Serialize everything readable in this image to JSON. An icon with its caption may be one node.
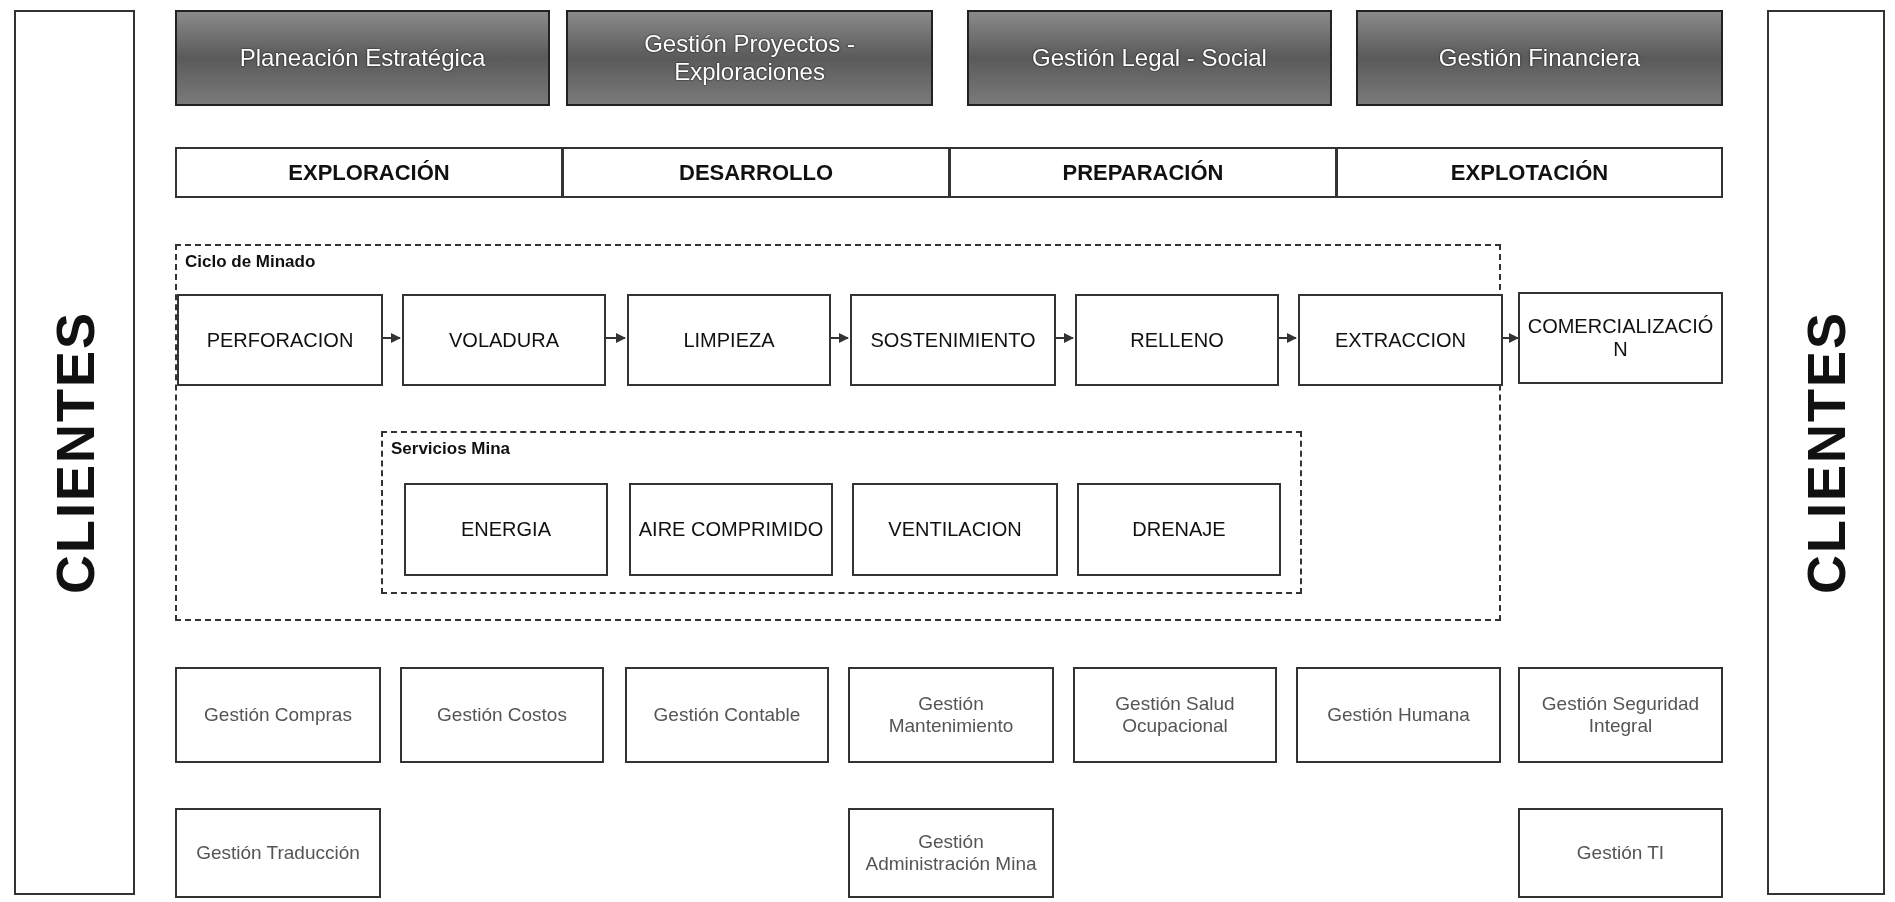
{
  "diagram": {
    "nodes": [
      {
        "text": [
          "CLIENTES"
        ]
      },
      {
        "text": [
          "Planeación Estratégica"
        ]
      },
      {
        "text": [
          "Gestión Proyectos - Exploraciones"
        ]
      },
      {
        "text": [
          "Gestión Legal - Social"
        ]
      },
      {
        "text": [
          "Gestión Financiera"
        ]
      },
      {
        "text": [
          "EXPLORACIÓN"
        ]
      },
      {
        "text": [
          "DESARROLLO"
        ]
      },
      {
        "text": [
          "PREPARACIÓN"
        ]
      },
      {
        "text": [
          "EXPLOTACIÓN"
        ]
      },
      {
        "text": [
          "Ciclo de Minado"
        ]
      },
      {
        "text": [
          "PERFORACION"
        ],
        "in": 9
      },
      {
        "text": [
          "VOLADURA"
        ],
        "in": 9
      },
      {
        "text": [
          "LIMPIEZA"
        ],
        "in": 9
      },
      {
        "text": [
          "SOSTENIMIENTO"
        ],
        "in": 9
      },
      {
        "text": [
          "RELLENO"
        ],
        "in": 9
      },
      {
        "text": [
          "EXTRACCION"
        ],
        "in": 9
      },
      {
        "text": [
          "Servicios Mina"
        ],
        "in": 9
      },
      {
        "text": [
          "ENERGIA"
        ],
        "in": 16
      },
      {
        "text": [
          "AIRE COMPRIMIDO"
        ],
        "in": 16
      },
      {
        "text": [
          "VENTILACION"
        ],
        "in": 16
      },
      {
        "text": [
          "DRENAJE"
        ],
        "in": 16
      },
      {
        "text": [
          "COMERCIALIZACIÓN"
        ]
      },
      {
        "text": [
          "Gestión Compras"
        ]
      },
      {
        "text": [
          "Gestión Costos"
        ]
      },
      {
        "text": [
          "Gestión Contable"
        ]
      },
      {
        "text": [
          "Gestión Mantenimiento"
        ]
      },
      {
        "text": [
          "Gestión Salud Ocupacional"
        ]
      },
      {
        "text": [
          "Gestión Humana"
        ]
      },
      {
        "text": [
          "Gestión Seguridad Integral"
        ]
      },
      {
        "text": [
          "Gestión Traducción"
        ]
      },
      {
        "text": [
          "Gestión Administración Mina"
        ]
      },
      {
        "text": [
          "Gestión TI"
        ]
      },
      {
        "text": [
          "CLIENTES"
        ]
      }
    ],
    "edges": [
      {
        "from": 10,
        "to": 11,
        "arrow": "to"
      },
      {
        "from": 11,
        "to": 12,
        "arrow": "to"
      },
      {
        "from": 12,
        "to": 13,
        "arrow": "to"
      },
      {
        "from": 13,
        "to": 14,
        "arrow": "to"
      },
      {
        "from": 14,
        "to": 15,
        "arrow": "to"
      },
      {
        "from": 15,
        "to": 21,
        "arrow": "to"
      }
    ]
  }
}
